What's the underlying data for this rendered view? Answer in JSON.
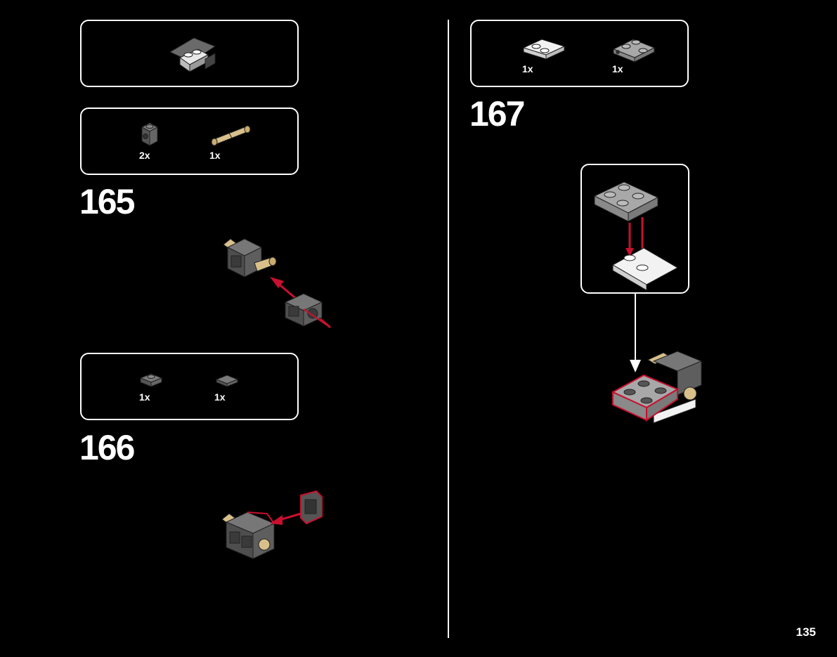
{
  "steps": [
    {
      "number": "165",
      "parts": [
        {
          "qty": "2x",
          "part": "technic-brick-1x1-dark-gray"
        },
        {
          "qty": "1x",
          "part": "technic-pin-tan"
        }
      ]
    },
    {
      "number": "166",
      "parts": [
        {
          "qty": "1x",
          "part": "plate-1x1-dark-gray"
        },
        {
          "qty": "1x",
          "part": "tile-1x1-dark-gray"
        }
      ]
    },
    {
      "number": "167",
      "parts": [
        {
          "qty": "1x",
          "part": "plate-2x2-corner-white"
        },
        {
          "qty": "1x",
          "part": "plate-2x2-light-gray"
        }
      ]
    }
  ],
  "page_number": "135",
  "colors": {
    "background": "#000000",
    "accent_arrow": "#c8102e",
    "dark_gray": "#5b5b5b",
    "light_gray": "#a0a0a0",
    "tan": "#d9c08a"
  }
}
